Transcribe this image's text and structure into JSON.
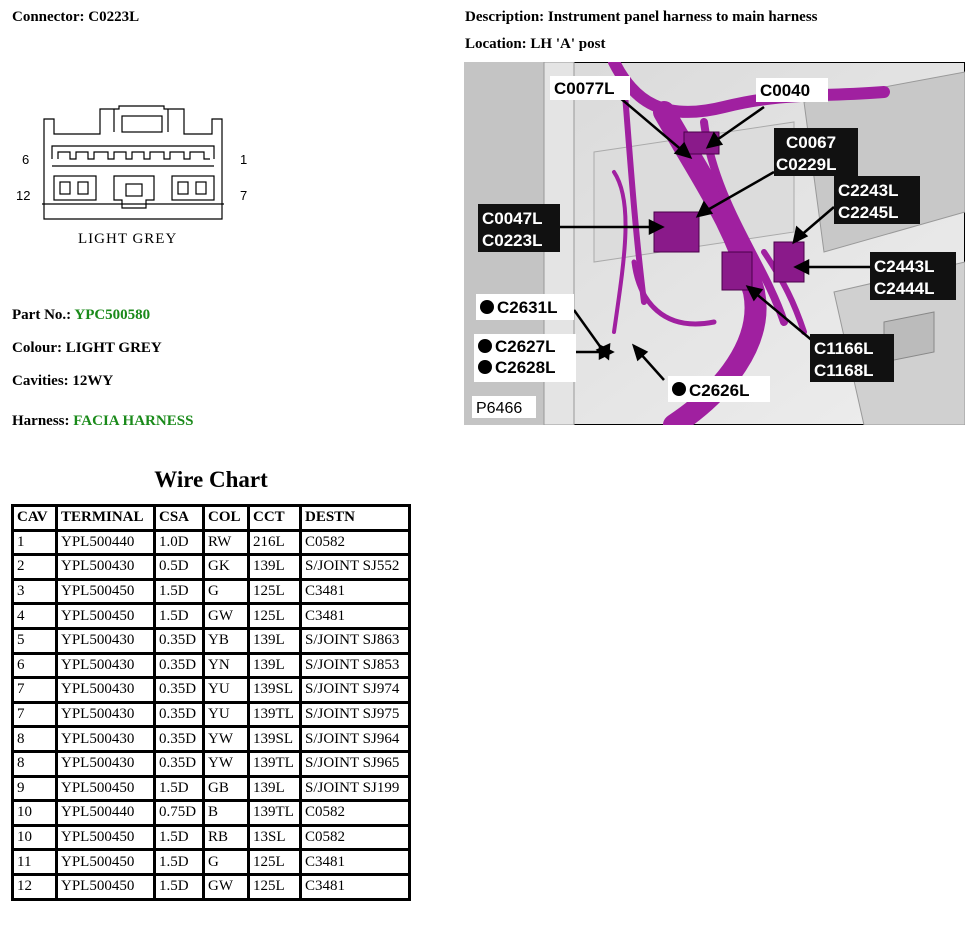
{
  "connector": {
    "label": "Connector:",
    "value": "C0223L"
  },
  "description": {
    "label": "Description:",
    "value": "Instrument panel harness to main harness"
  },
  "location": {
    "label": "Location:",
    "value": "LH 'A' post"
  },
  "pinout": {
    "pin_tl": "6",
    "pin_tr": "1",
    "pin_bl": "12",
    "pin_br": "7",
    "caption": "LIGHT GREY"
  },
  "part": {
    "label": "Part No.:",
    "value": "YPC500580"
  },
  "colour": {
    "label": "Colour:",
    "value": "LIGHT GREY"
  },
  "cavities": {
    "label": "Cavities:",
    "value": "12WY"
  },
  "harness": {
    "label": "Harness:",
    "value": "FACIA HARNESS"
  },
  "photo": {
    "ref": "P6466",
    "callouts": [
      "C0077L",
      "C0040",
      "C0067",
      "C0229L",
      "C0047L",
      "C0223L",
      "C2243L",
      "C2245L",
      "C2443L",
      "C2444L",
      "C2631L",
      "C2627L",
      "C2628L",
      "C1166L",
      "C1168L",
      "C2626L"
    ]
  },
  "wire_chart": {
    "title": "Wire Chart",
    "headers": [
      "CAV",
      "TERMINAL",
      "CSA",
      "COL",
      "CCT",
      "DESTN"
    ],
    "rows": [
      [
        "1",
        "YPL500440",
        "1.0D",
        "RW",
        "216L",
        "C0582"
      ],
      [
        "2",
        "YPL500430",
        "0.5D",
        "GK",
        "139L",
        "S/JOINT SJ552"
      ],
      [
        "3",
        "YPL500450",
        "1.5D",
        "G",
        "125L",
        "C3481"
      ],
      [
        "4",
        "YPL500450",
        "1.5D",
        "GW",
        "125L",
        "C3481"
      ],
      [
        "5",
        "YPL500430",
        "0.35D",
        "YB",
        "139L",
        "S/JOINT SJ863"
      ],
      [
        "6",
        "YPL500430",
        "0.35D",
        "YN",
        "139L",
        "S/JOINT SJ853"
      ],
      [
        "7",
        "YPL500430",
        "0.35D",
        "YU",
        "139SL",
        "S/JOINT SJ974"
      ],
      [
        "7",
        "YPL500430",
        "0.35D",
        "YU",
        "139TL",
        "S/JOINT SJ975"
      ],
      [
        "8",
        "YPL500430",
        "0.35D",
        "YW",
        "139SL",
        "S/JOINT SJ964"
      ],
      [
        "8",
        "YPL500430",
        "0.35D",
        "YW",
        "139TL",
        "S/JOINT SJ965"
      ],
      [
        "9",
        "YPL500450",
        "1.5D",
        "GB",
        "139L",
        "S/JOINT SJ199"
      ],
      [
        "10",
        "YPL500440",
        "0.75D",
        "B",
        "139TL",
        "C0582"
      ],
      [
        "10",
        "YPL500450",
        "1.5D",
        "RB",
        "13SL",
        "C0582"
      ],
      [
        "11",
        "YPL500450",
        "1.5D",
        "G",
        "125L",
        "C3481"
      ],
      [
        "12",
        "YPL500450",
        "1.5D",
        "GW",
        "125L",
        "C3481"
      ]
    ]
  },
  "colors": {
    "link_green": "#1a8a1a",
    "harness_purple": "#a020a0"
  }
}
